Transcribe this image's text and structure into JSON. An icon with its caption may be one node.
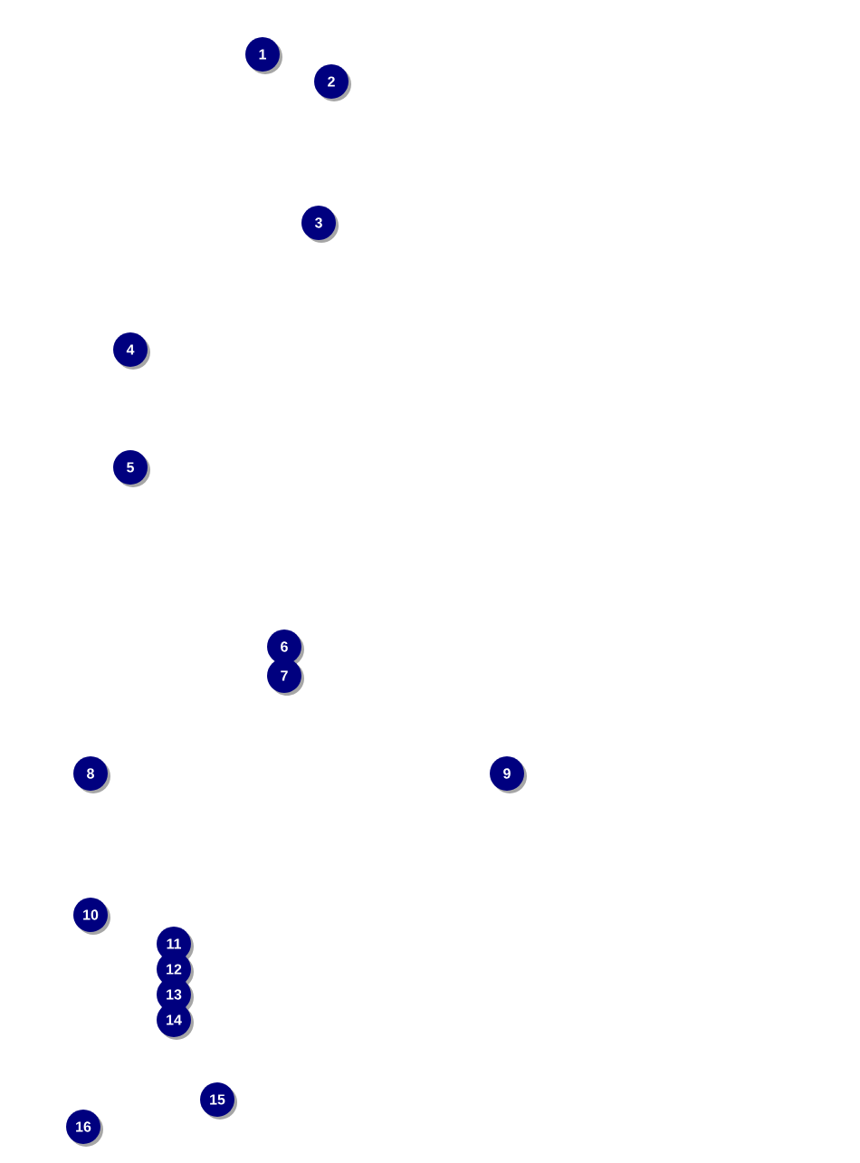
{
  "diagram": {
    "labels": [
      "1",
      "2",
      "3",
      "4",
      "5",
      "6",
      "7",
      "8",
      "9",
      "10",
      "11",
      "12",
      "13",
      "14",
      "15",
      "16"
    ]
  }
}
